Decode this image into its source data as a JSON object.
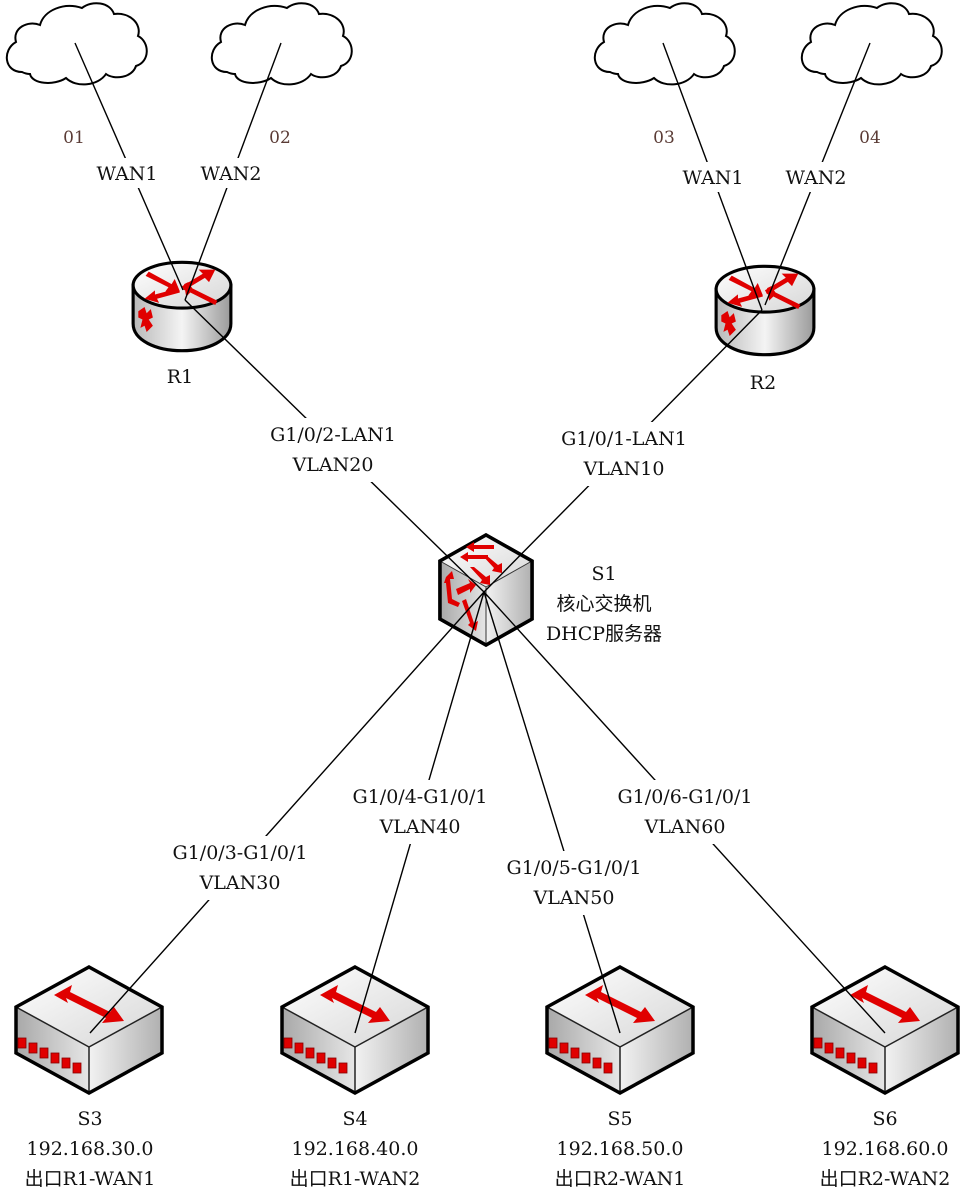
{
  "diagram": {
    "colors": {
      "accent": "#e00000",
      "line": "#000000",
      "device_face": "#e8e8e8",
      "isp_label": "#5a3b35"
    },
    "clouds": [
      {
        "id": "cloud-01",
        "label": "01"
      },
      {
        "id": "cloud-02",
        "label": "02"
      },
      {
        "id": "cloud-03",
        "label": "03"
      },
      {
        "id": "cloud-04",
        "label": "04"
      }
    ],
    "routers": [
      {
        "id": "r1",
        "name": "R1",
        "wan_links": [
          "WAN1",
          "WAN2"
        ]
      },
      {
        "id": "r2",
        "name": "R2",
        "wan_links": [
          "WAN1",
          "WAN2"
        ]
      }
    ],
    "core_switch": {
      "name": "S1",
      "role": "核心交换机",
      "service": "DHCP服务器"
    },
    "uplinks": [
      {
        "to": "R1",
        "ports": "G1/0/2-LAN1",
        "vlan": "VLAN20"
      },
      {
        "to": "R2",
        "ports": "G1/0/1-LAN1",
        "vlan": "VLAN10"
      }
    ],
    "access_links": [
      {
        "to": "S3",
        "ports": "G1/0/3-G1/0/1",
        "vlan": "VLAN30"
      },
      {
        "to": "S4",
        "ports": "G1/0/4-G1/0/1",
        "vlan": "VLAN40"
      },
      {
        "to": "S5",
        "ports": "G1/0/5-G1/0/1",
        "vlan": "VLAN50"
      },
      {
        "to": "S6",
        "ports": "G1/0/6-G1/0/1",
        "vlan": "VLAN60"
      }
    ],
    "access_switches": [
      {
        "name": "S3",
        "subnet": "192.168.30.0",
        "exit": "出口R1-WAN1"
      },
      {
        "name": "S4",
        "subnet": "192.168.40.0",
        "exit": "出口R1-WAN2"
      },
      {
        "name": "S5",
        "subnet": "192.168.50.0",
        "exit": "出口R2-WAN1"
      },
      {
        "name": "S6",
        "subnet": "192.168.60.0",
        "exit": "出口R2-WAN2"
      }
    ]
  }
}
